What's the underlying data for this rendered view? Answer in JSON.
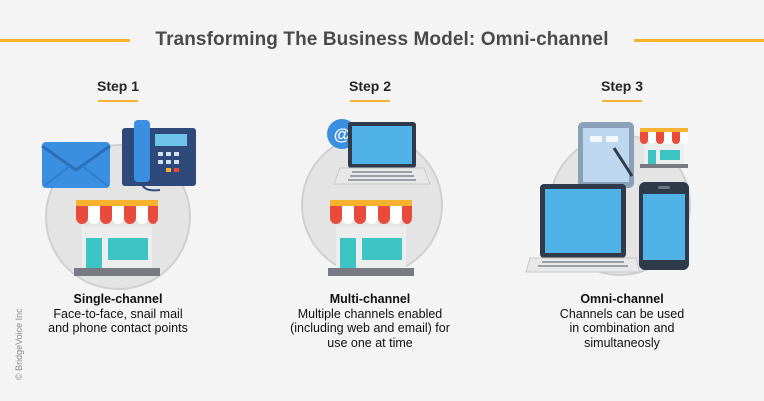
{
  "header": {
    "title": "Transforming The Business Model: Omni-channel"
  },
  "steps": [
    {
      "label": "Step 1",
      "title": "Single-channel",
      "description": "Face-to-face, snail mail and phone contact points"
    },
    {
      "label": "Step 2",
      "title": "Multi-channel",
      "description": "Multiple channels enabled (including web and email) for use one at time"
    },
    {
      "label": "Step 3",
      "title": "Omni-channel",
      "description": "Channels can be used in combination and simultaneosly"
    }
  ],
  "email_glyph": "@",
  "footer": {
    "copyright": "© BridgeVoice Inc"
  },
  "colors": {
    "accent": "#f7b22f",
    "awning_red": "#e84a3c",
    "store_teal": "#3dc4c4",
    "device_blue": "#4fb3e8",
    "phone_navy": "#2f4a7a"
  },
  "icons": [
    "envelope-icon",
    "desk-phone-icon",
    "storefront-icon",
    "laptop-icon",
    "email-at-icon",
    "tablet-icon",
    "smartphone-icon"
  ]
}
